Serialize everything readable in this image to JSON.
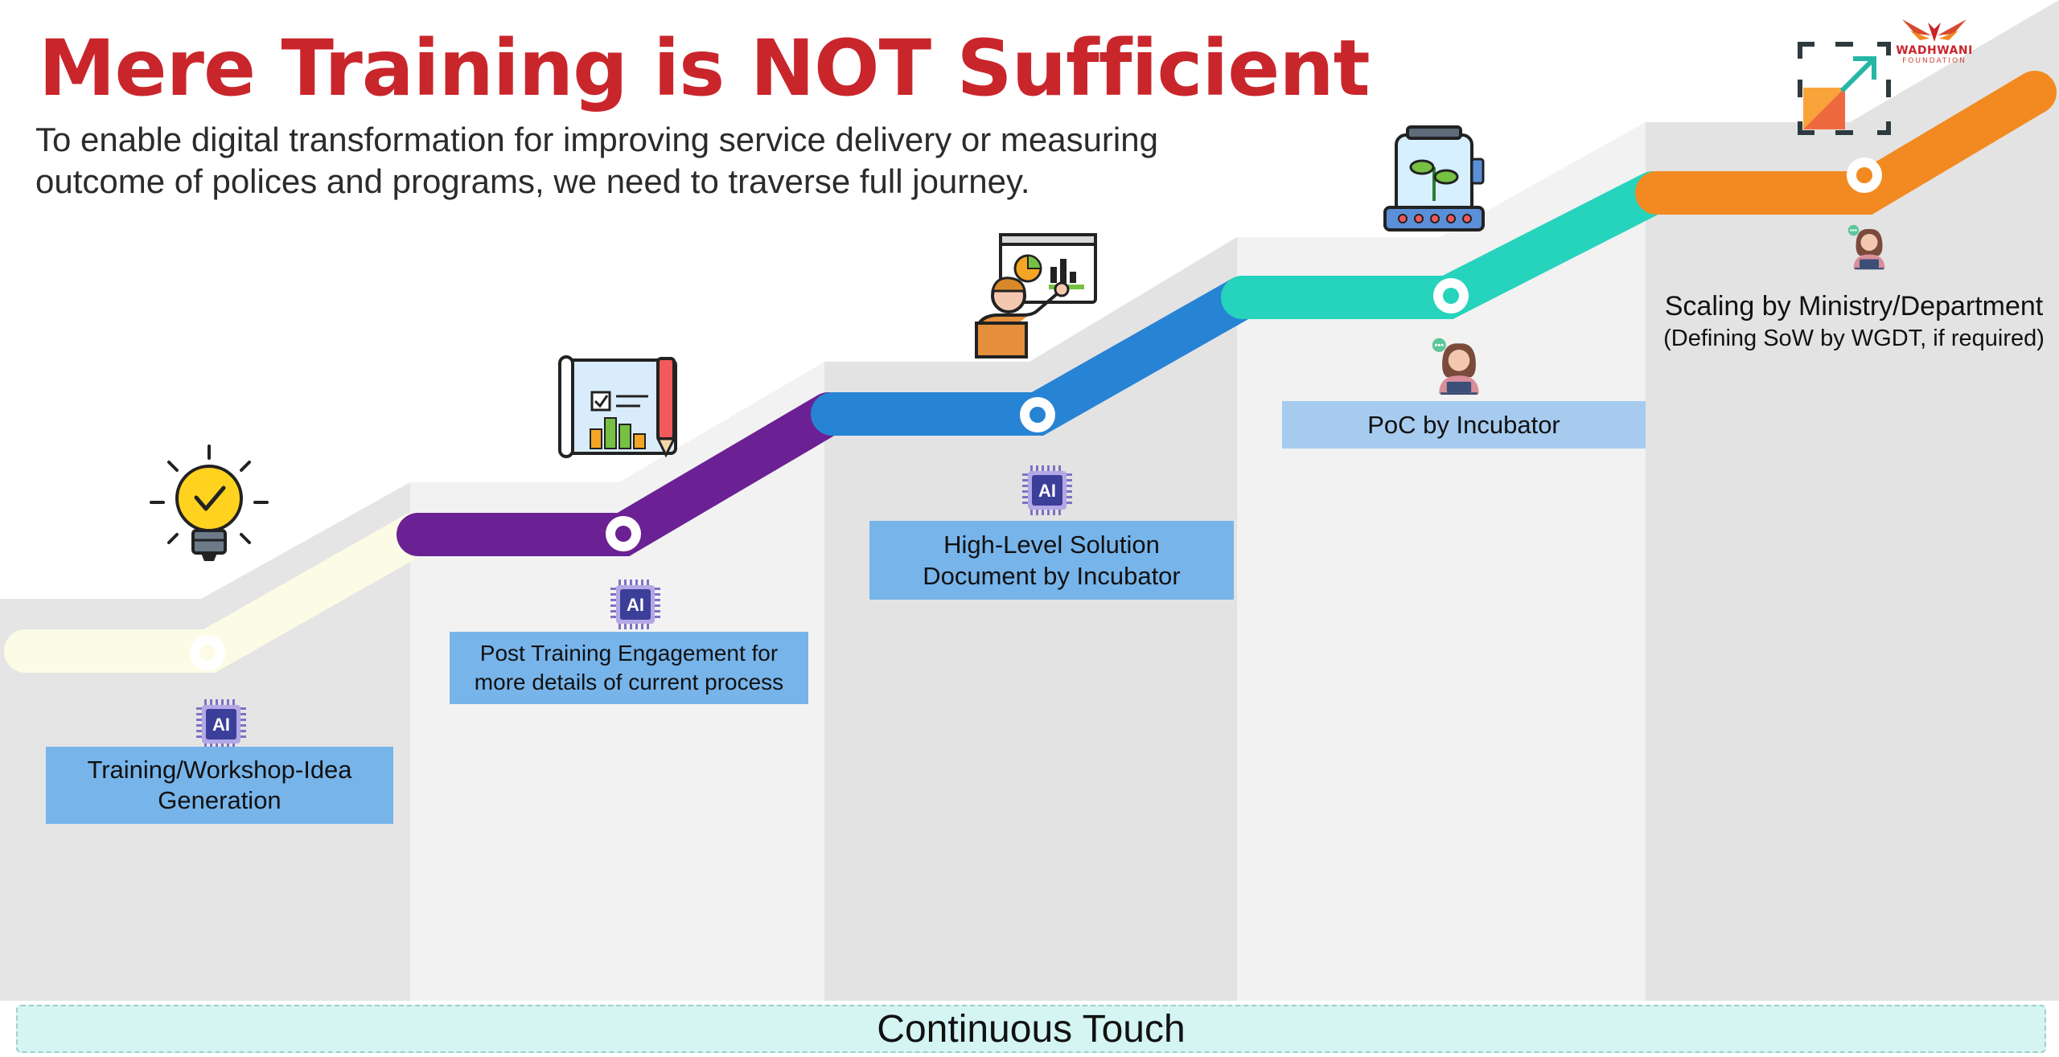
{
  "title": "Mere Training is NOT Sufficient",
  "subtitle": "To enable digital transformation for improving service delivery or measuring outcome of polices and programs, we need to traverse full journey.",
  "logo": {
    "name": "WADHWANI",
    "sub": "FOUNDATION"
  },
  "colors": {
    "title": "#c9262c",
    "box": "#77b4ea",
    "box_light": "#a6cbef",
    "step1": "#fcfce6",
    "step2": "#6b2193",
    "step3": "#2783d4",
    "step4": "#26d3bd",
    "step5": "#f38a21",
    "band": "#d4f5f2"
  },
  "steps": [
    {
      "label_line1": "Training/Workshop-Idea",
      "label_line2": "Generation",
      "icon": "lightbulb-icon",
      "badge": "AI"
    },
    {
      "label_line1": "Post Training Engagement for",
      "label_line2": "more details of current process",
      "icon": "blueprint-icon",
      "badge": "AI"
    },
    {
      "label_line1": "High-Level Solution",
      "label_line2": "Document by Incubator",
      "icon": "presenter-icon",
      "badge": "AI"
    },
    {
      "label_line1": "PoC by Incubator",
      "icon": "plant-incubator-icon",
      "person_icon": "person-laptop-icon"
    },
    {
      "label_line1": "Scaling by Ministry/Department",
      "label_line2": "(Defining SoW by WGDT, if required)",
      "icon": "scale-up-icon",
      "person_icon": "person-laptop-icon"
    }
  ],
  "footer": {
    "label": "Continuous Touch"
  }
}
